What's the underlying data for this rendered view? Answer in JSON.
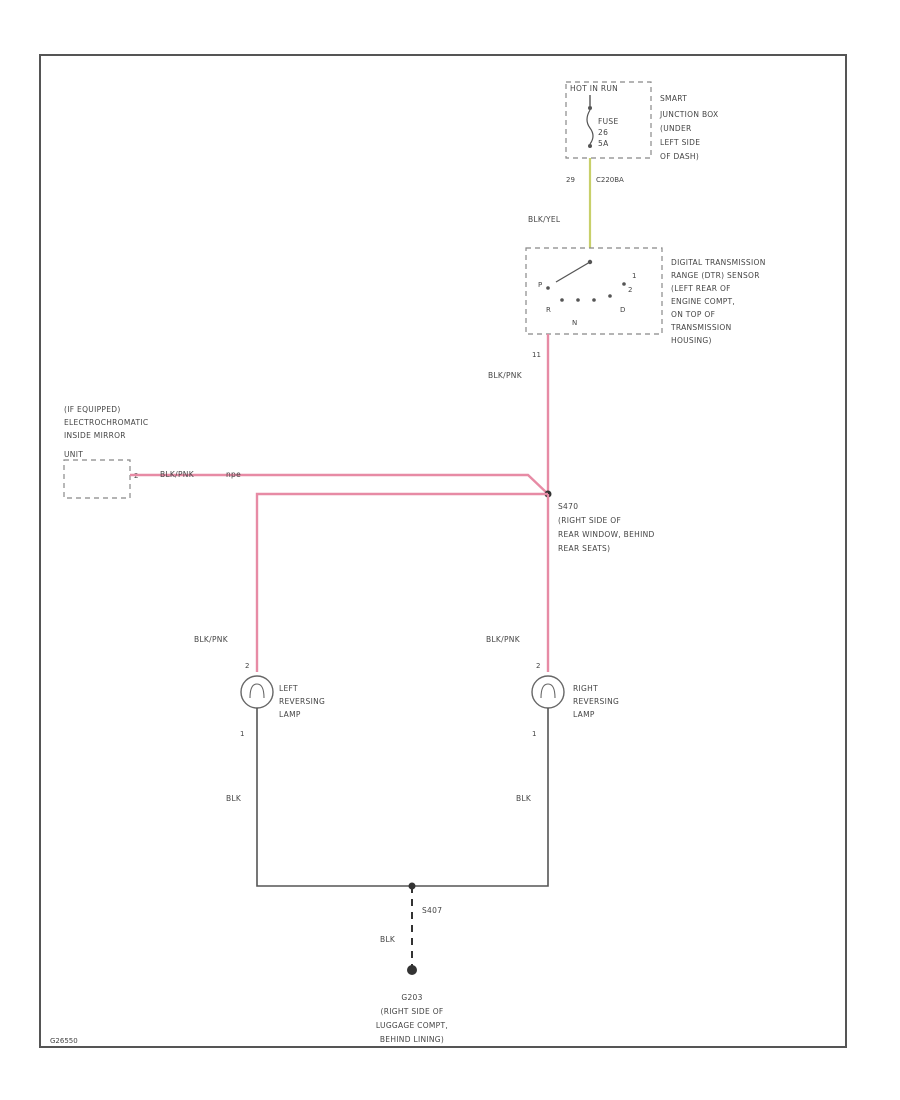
{
  "diagram": {
    "fuse_box": {
      "header": "HOT IN RUN",
      "fuse": "FUSE",
      "fuse_number": "26",
      "fuse_rating": "5A",
      "location": [
        "SMART",
        "JUNCTION BOX",
        "(UNDER",
        "LEFT SIDE",
        "OF DASH)"
      ]
    },
    "connector_top": {
      "pin": "29",
      "code": "C220BA"
    },
    "wire_blk_yel": "BLK/YEL",
    "sensor": {
      "location": [
        "DIGITAL TRANSMISSION",
        "RANGE (DTR) SENSOR",
        "(LEFT REAR OF",
        "ENGINE COMPT,",
        "ON TOP OF",
        "TRANSMISSION",
        "HOUSING)"
      ],
      "gear_labels": [
        "P",
        "R",
        "N",
        "D",
        "2",
        "1"
      ],
      "pin": "11"
    },
    "wire_blk_pnk": "BLK/PNK",
    "mirror": {
      "label": [
        "(IF EQUIPPED)",
        "ELECTROCHROMATIC",
        "INSIDE MIRROR"
      ],
      "unit": "UNIT",
      "pin": "2"
    },
    "mirror_wire": {
      "color": "BLK/PNK",
      "ref": "npe"
    },
    "splice": {
      "id": "S470",
      "location": [
        "(RIGHT SIDE OF",
        "REAR WINDOW, BEHIND",
        "REAR SEATS)"
      ]
    },
    "left_lamp": {
      "name": [
        "LEFT",
        "REVERSING",
        "LAMP"
      ],
      "wire_in": "BLK/PNK",
      "wire_out": "BLK",
      "pin_top": "2",
      "pin_bottom": "1"
    },
    "right_lamp": {
      "name": [
        "RIGHT",
        "REVERSING",
        "LAMP"
      ],
      "wire_in": "BLK/PNK",
      "wire_out": "BLK",
      "pin_top": "2",
      "pin_bottom": "1"
    },
    "ground_splice": {
      "id": "S407",
      "wire": "BLK"
    },
    "ground": {
      "id": "G203",
      "location": [
        "(RIGHT SIDE OF",
        "LUGGAGE COMPT,",
        "BEHIND LINING)"
      ]
    },
    "figure_id": "G26550"
  },
  "colors": {
    "wire_pink": "#e78ba5",
    "wire_yellow": "#c8d06a",
    "wire_black": "#555555"
  }
}
